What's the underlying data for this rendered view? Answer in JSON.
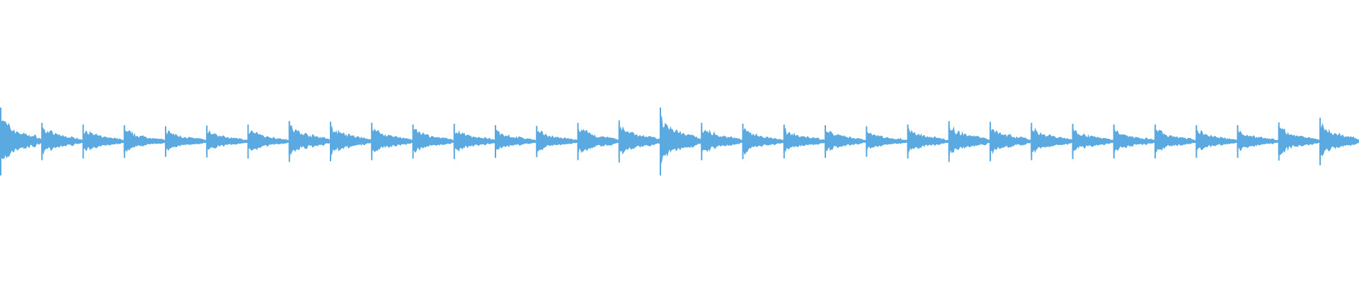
{
  "waveform": {
    "color": "#5aa9e0",
    "background": "#ffffff",
    "segments": [
      {
        "peak": 1.0,
        "decay": 0.35
      },
      {
        "peak": 0.55,
        "decay": 0.45
      },
      {
        "peak": 0.5,
        "decay": 0.4
      },
      {
        "peak": 0.48,
        "decay": 0.4
      },
      {
        "peak": 0.45,
        "decay": 0.4
      },
      {
        "peak": 0.47,
        "decay": 0.38
      },
      {
        "peak": 0.5,
        "decay": 0.4
      },
      {
        "peak": 0.6,
        "decay": 0.45
      },
      {
        "peak": 0.58,
        "decay": 0.42
      },
      {
        "peak": 0.55,
        "decay": 0.42
      },
      {
        "peak": 0.5,
        "decay": 0.4
      },
      {
        "peak": 0.52,
        "decay": 0.4
      },
      {
        "peak": 0.48,
        "decay": 0.38
      },
      {
        "peak": 0.46,
        "decay": 0.38
      },
      {
        "peak": 0.55,
        "decay": 0.42
      },
      {
        "peak": 0.62,
        "decay": 0.45
      },
      {
        "peak": 1.0,
        "decay": 0.35
      },
      {
        "peak": 0.55,
        "decay": 0.45
      },
      {
        "peak": 0.52,
        "decay": 0.42
      },
      {
        "peak": 0.5,
        "decay": 0.4
      },
      {
        "peak": 0.48,
        "decay": 0.4
      },
      {
        "peak": 0.45,
        "decay": 0.38
      },
      {
        "peak": 0.5,
        "decay": 0.4
      },
      {
        "peak": 0.6,
        "decay": 0.45
      },
      {
        "peak": 0.58,
        "decay": 0.42
      },
      {
        "peak": 0.55,
        "decay": 0.42
      },
      {
        "peak": 0.52,
        "decay": 0.4
      },
      {
        "peak": 0.5,
        "decay": 0.4
      },
      {
        "peak": 0.5,
        "decay": 0.4
      },
      {
        "peak": 0.48,
        "decay": 0.38
      },
      {
        "peak": 0.48,
        "decay": 0.38
      },
      {
        "peak": 0.56,
        "decay": 0.42
      },
      {
        "peak": 0.7,
        "decay": 0.4
      }
    ]
  }
}
